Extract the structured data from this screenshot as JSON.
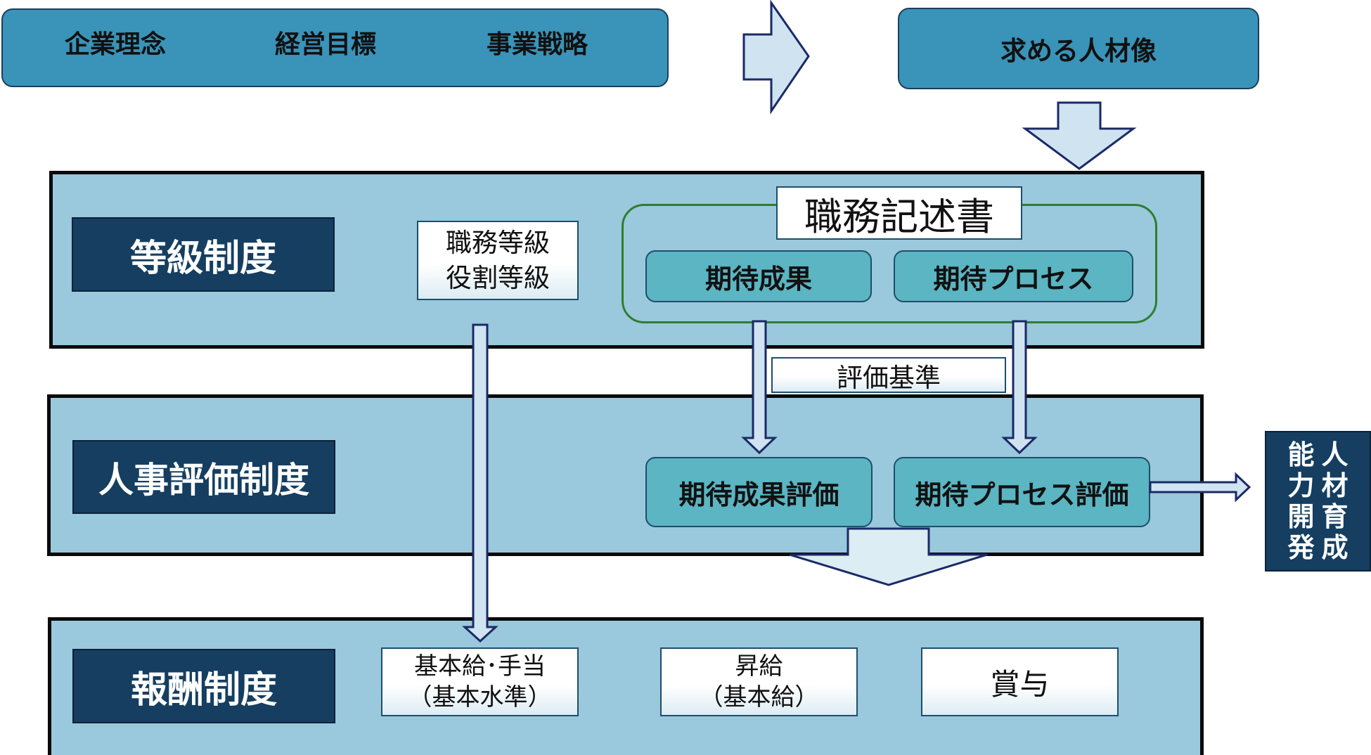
{
  "top": {
    "left_items": [
      "企業理念",
      "経営目標",
      "事業戦略"
    ],
    "right_title": "求める人材像"
  },
  "grade": {
    "label": "等級制度",
    "types": [
      "職務等級",
      "役割等級"
    ],
    "job_description": "職務記述書",
    "expected_result": "期待成果",
    "expected_process": "期待プロセス"
  },
  "criteria": "評価基準",
  "evaluation": {
    "label": "人事評価制度",
    "result_eval": "期待成果評価",
    "process_eval": "期待プロセス評価"
  },
  "hr_dev": {
    "col1": [
      "人",
      "材",
      "育",
      "成"
    ],
    "col2": [
      "能",
      "力",
      "開",
      "発"
    ]
  },
  "reward": {
    "label": "報酬制度",
    "base": [
      "基本給･手当",
      "（基本水準）"
    ],
    "raise": [
      "昇給",
      "（基本給）"
    ],
    "bonus": "賞与"
  },
  "colors": {
    "top_box": "#3a93b8",
    "band": "#9ac8dc",
    "navy": "#153e60",
    "teal": "#5bb5c2",
    "arrow_fill": "#cfe3f1",
    "arrow_stroke": "#1a2a66",
    "green_border": "#2f7d2f"
  }
}
